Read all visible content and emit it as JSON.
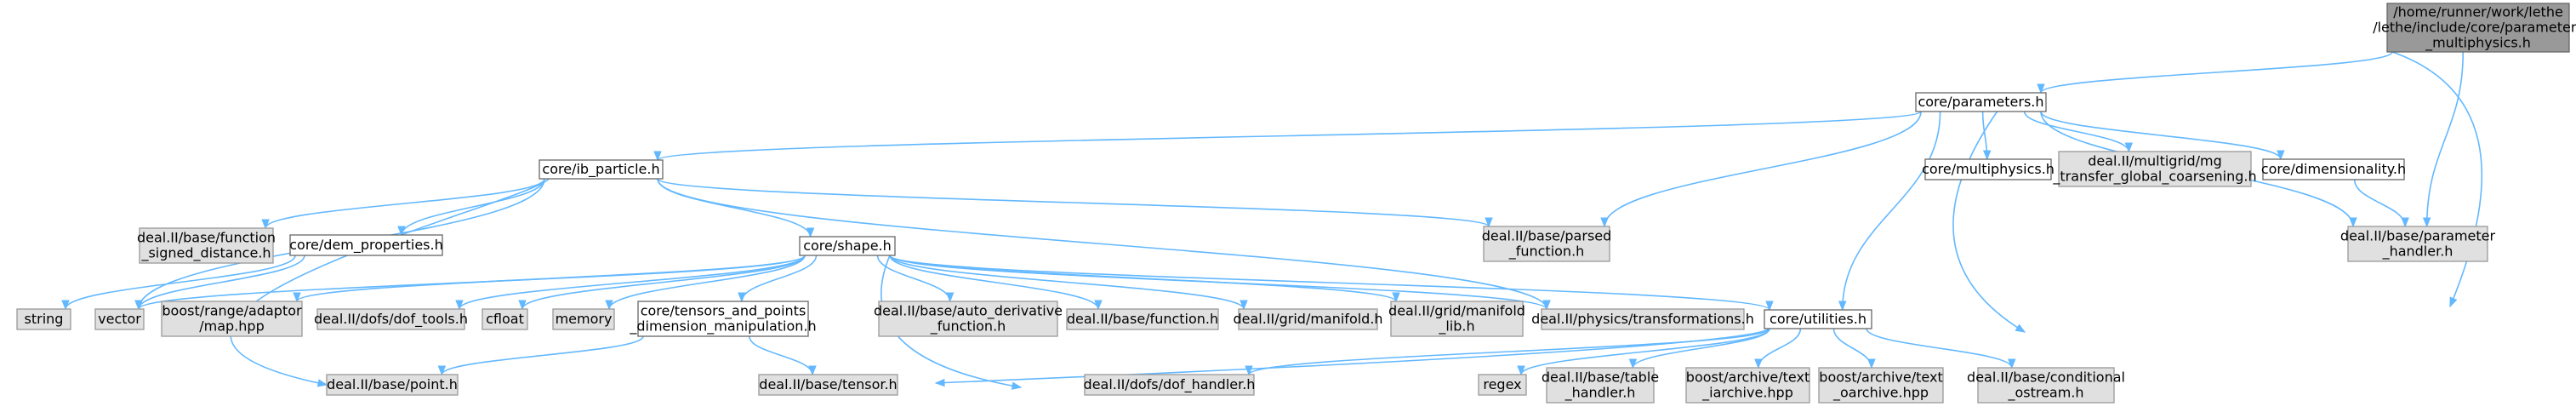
{
  "graph": {
    "colors": {
      "root_fill": "#999999",
      "root_border": "#666666",
      "project_fill": "#ffffff",
      "project_border": "#666666",
      "external_fill": "#e0e0e0",
      "external_border": "#999999",
      "edge": "#63b8ff"
    },
    "nodes": {
      "multiphysics_root": {
        "lines": [
          "/home/runner/work/lethe",
          "/lethe/include/core/parameters",
          "_multiphysics.h"
        ],
        "kind": "root"
      },
      "parameters": {
        "lines": [
          "core/parameters.h"
        ],
        "kind": "project"
      },
      "ib_particle": {
        "lines": [
          "core/ib_particle.h"
        ],
        "kind": "project"
      },
      "multiphysics": {
        "lines": [
          "core/multiphysics.h"
        ],
        "kind": "project"
      },
      "mg_transfer": {
        "lines": [
          "deal.II/multigrid/mg",
          "_transfer_global_coarsening.h"
        ],
        "kind": "external"
      },
      "dimensionality": {
        "lines": [
          "core/dimensionality.h"
        ],
        "kind": "project"
      },
      "function_signed_distance": {
        "lines": [
          "deal.II/base/function",
          "_signed_distance.h"
        ],
        "kind": "external"
      },
      "dem_properties": {
        "lines": [
          "core/dem_properties.h"
        ],
        "kind": "project"
      },
      "parsed_function": {
        "lines": [
          "deal.II/base/parsed",
          "_function.h"
        ],
        "kind": "external"
      },
      "parameter_handler": {
        "lines": [
          "deal.II/base/parameter",
          "_handler.h"
        ],
        "kind": "external"
      },
      "shape": {
        "lines": [
          "core/shape.h"
        ],
        "kind": "project"
      },
      "string": {
        "lines": [
          "string"
        ],
        "kind": "external"
      },
      "vector": {
        "lines": [
          "vector"
        ],
        "kind": "external"
      },
      "boost_map": {
        "lines": [
          "boost/range/adaptor",
          "/map.hpp"
        ],
        "kind": "external"
      },
      "dof_tools": {
        "lines": [
          "deal.II/dofs/dof_tools.h"
        ],
        "kind": "external"
      },
      "cfloat": {
        "lines": [
          "cfloat"
        ],
        "kind": "external"
      },
      "memory": {
        "lines": [
          "memory"
        ],
        "kind": "external"
      },
      "tensors_points": {
        "lines": [
          "core/tensors_and_points",
          "_dimension_manipulation.h"
        ],
        "kind": "project"
      },
      "auto_derivative": {
        "lines": [
          "deal.II/base/auto_derivative",
          "_function.h"
        ],
        "kind": "external"
      },
      "function_h": {
        "lines": [
          "deal.II/base/function.h"
        ],
        "kind": "external"
      },
      "grid_manifold": {
        "lines": [
          "deal.II/grid/manifold.h"
        ],
        "kind": "external"
      },
      "manifold_lib": {
        "lines": [
          "deal.II/grid/manifold",
          "_lib.h"
        ],
        "kind": "external"
      },
      "transformations": {
        "lines": [
          "deal.II/physics/transformations.h"
        ],
        "kind": "external"
      },
      "utilities": {
        "lines": [
          "core/utilities.h"
        ],
        "kind": "project"
      },
      "point": {
        "lines": [
          "deal.II/base/point.h"
        ],
        "kind": "external"
      },
      "tensor": {
        "lines": [
          "deal.II/base/tensor.h"
        ],
        "kind": "external"
      },
      "dof_handler": {
        "lines": [
          "deal.II/dofs/dof_handler.h"
        ],
        "kind": "external"
      },
      "regex": {
        "lines": [
          "regex"
        ],
        "kind": "external"
      },
      "table_handler": {
        "lines": [
          "deal.II/base/table",
          "_handler.h"
        ],
        "kind": "external"
      },
      "text_iarchive": {
        "lines": [
          "boost/archive/text",
          "_iarchive.hpp"
        ],
        "kind": "external"
      },
      "text_oarchive": {
        "lines": [
          "boost/archive/text",
          "_oarchive.hpp"
        ],
        "kind": "external"
      },
      "conditional_ostream": {
        "lines": [
          "deal.II/base/conditional",
          "_ostream.h"
        ],
        "kind": "external"
      }
    },
    "edges": [
      [
        "multiphysics_root",
        "parameters"
      ],
      [
        "multiphysics_root",
        "parameter_handler"
      ],
      [
        "multiphysics_root",
        "utilities"
      ],
      [
        "parameters",
        "ib_particle"
      ],
      [
        "parameters",
        "multiphysics"
      ],
      [
        "parameters",
        "mg_transfer"
      ],
      [
        "parameters",
        "dimensionality"
      ],
      [
        "parameters",
        "parsed_function"
      ],
      [
        "parameters",
        "parameter_handler"
      ],
      [
        "parameters",
        "utilities"
      ],
      [
        "parameters",
        "conditional_ostream"
      ],
      [
        "dimensionality",
        "parameter_handler"
      ],
      [
        "ib_particle",
        "function_signed_distance"
      ],
      [
        "ib_particle",
        "dem_properties"
      ],
      [
        "ib_particle",
        "parsed_function"
      ],
      [
        "ib_particle",
        "shape"
      ],
      [
        "ib_particle",
        "vector"
      ],
      [
        "ib_particle",
        "transformations"
      ],
      [
        "ib_particle",
        "point"
      ],
      [
        "dem_properties",
        "string"
      ],
      [
        "dem_properties",
        "vector"
      ],
      [
        "shape",
        "vector"
      ],
      [
        "shape",
        "boost_map"
      ],
      [
        "shape",
        "dof_tools"
      ],
      [
        "shape",
        "cfloat"
      ],
      [
        "shape",
        "memory"
      ],
      [
        "shape",
        "tensors_points"
      ],
      [
        "shape",
        "auto_derivative"
      ],
      [
        "shape",
        "function_h"
      ],
      [
        "shape",
        "grid_manifold"
      ],
      [
        "shape",
        "manifold_lib"
      ],
      [
        "shape",
        "transformations"
      ],
      [
        "shape",
        "utilities"
      ],
      [
        "shape",
        "dof_handler"
      ],
      [
        "tensors_points",
        "point"
      ],
      [
        "tensors_points",
        "tensor"
      ],
      [
        "utilities",
        "tensor"
      ],
      [
        "utilities",
        "dof_handler"
      ],
      [
        "utilities",
        "regex"
      ],
      [
        "utilities",
        "table_handler"
      ],
      [
        "utilities",
        "text_iarchive"
      ],
      [
        "utilities",
        "text_oarchive"
      ],
      [
        "utilities",
        "conditional_ostream"
      ]
    ]
  }
}
